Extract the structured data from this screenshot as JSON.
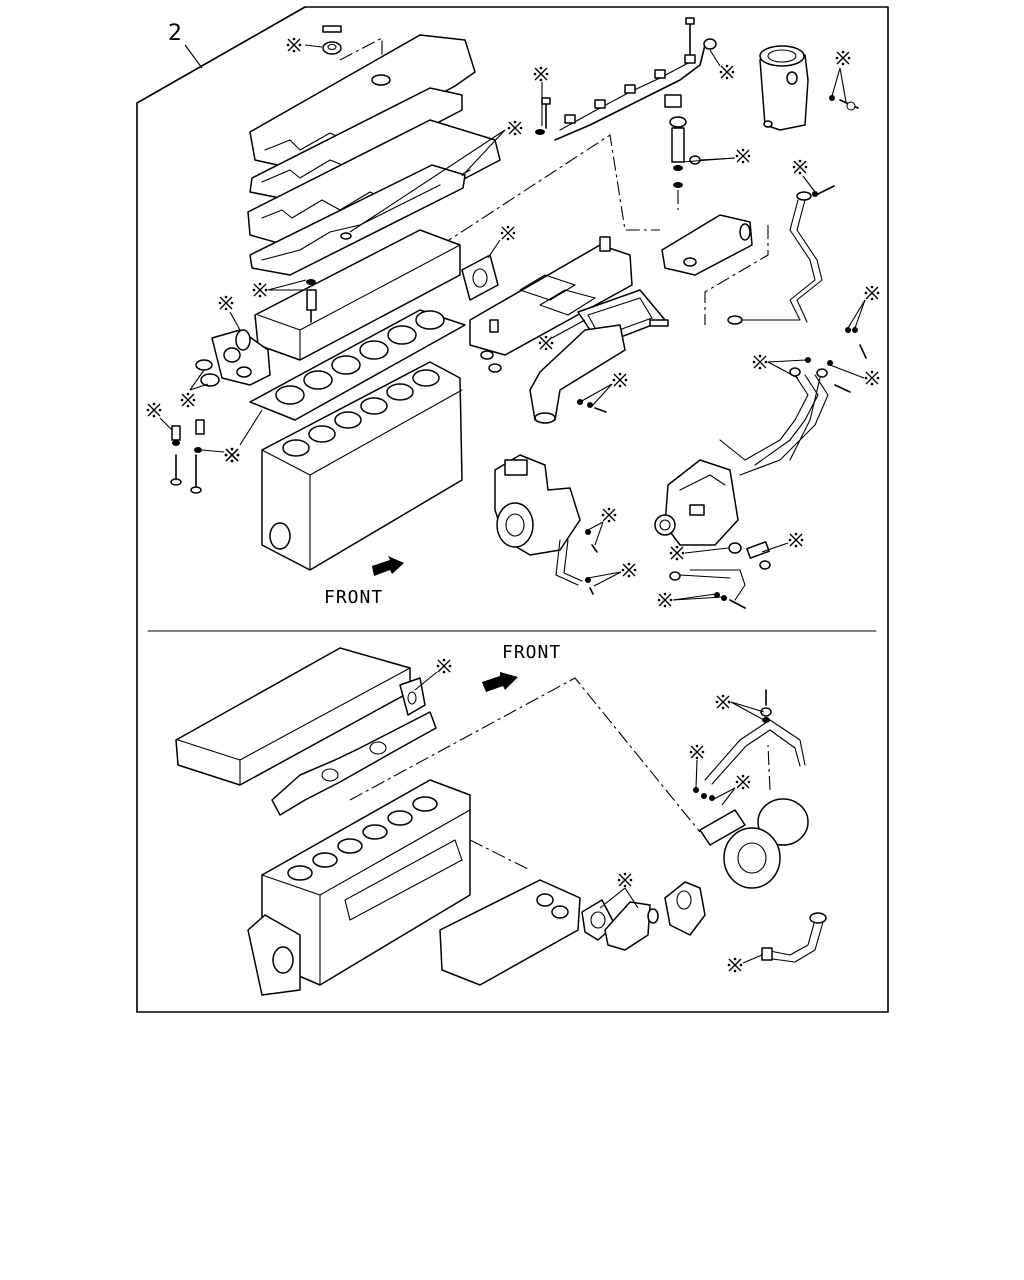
{
  "figure": {
    "item_number": "2",
    "front_label_upper": "FRONT",
    "front_label_lower": "FRONT",
    "replacement_mark": "※"
  }
}
